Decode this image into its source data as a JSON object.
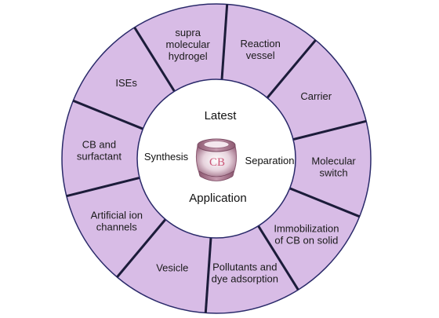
{
  "colors": {
    "ring_fill": "#d8bce6",
    "ring_stroke": "#2a2a6a",
    "divider": "#1c1c3a",
    "cb_body": "#b07f95",
    "cb_rim": "#c9a9b9",
    "cb_text": "#cc5577"
  },
  "center": {
    "top_label": "Latest",
    "bottom_label": "Application",
    "left_label": "Synthesis",
    "right_label": "Separation",
    "emblem_text": "CB"
  },
  "segments": [
    {
      "lines": [
        "Reaction",
        "vessel"
      ]
    },
    {
      "lines": [
        "Carrier"
      ]
    },
    {
      "lines": [
        "Molecular",
        "switch"
      ]
    },
    {
      "lines": [
        "Immobilization",
        "of CB on solid"
      ]
    },
    {
      "lines": [
        "Pollutants and",
        "dye adsorption"
      ]
    },
    {
      "lines": [
        "Vesicle"
      ]
    },
    {
      "lines": [
        "Artificial ion",
        "channels"
      ]
    },
    {
      "lines": [
        "CB and",
        "surfactant"
      ]
    },
    {
      "lines": [
        "ISEs"
      ]
    },
    {
      "lines": [
        "supra",
        "molecular",
        "hydrogel"
      ]
    }
  ]
}
